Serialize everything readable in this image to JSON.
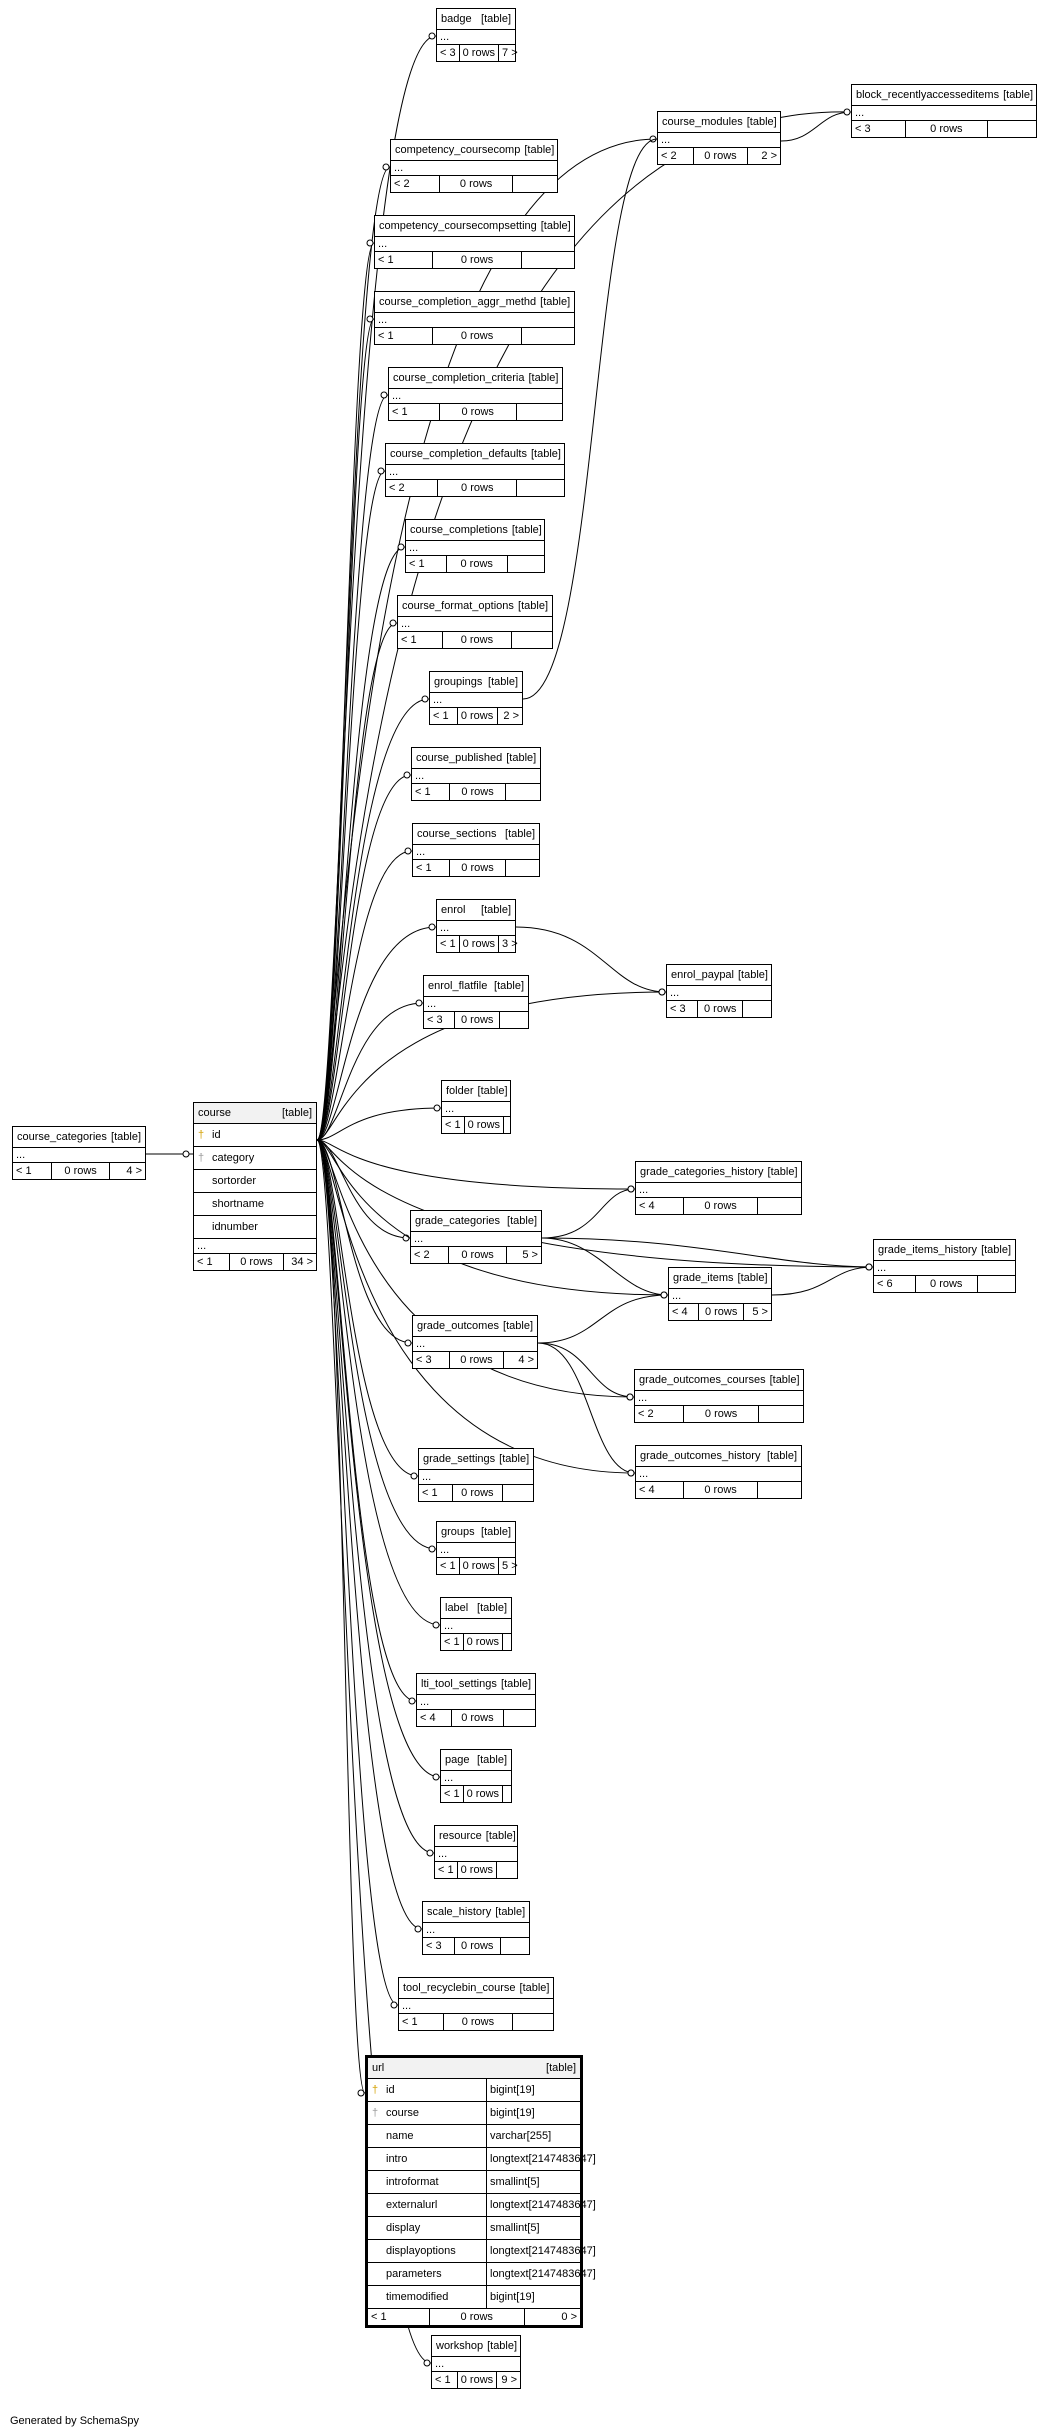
{
  "diagram": {
    "credit": "Generated by SchemaSpy",
    "table_kind": "[table]",
    "focus_table": {
      "name": "url",
      "columns": [
        {
          "name": "id",
          "type": "bigint[19]",
          "key": "pk"
        },
        {
          "name": "course",
          "type": "bigint[19]",
          "key": "fk"
        },
        {
          "name": "name",
          "type": "varchar[255]",
          "key": ""
        },
        {
          "name": "intro",
          "type": "longtext[2147483647]",
          "key": ""
        },
        {
          "name": "introformat",
          "type": "smallint[5]",
          "key": ""
        },
        {
          "name": "externalurl",
          "type": "longtext[2147483647]",
          "key": ""
        },
        {
          "name": "display",
          "type": "smallint[5]",
          "key": ""
        },
        {
          "name": "displayoptions",
          "type": "longtext[2147483647]",
          "key": ""
        },
        {
          "name": "parameters",
          "type": "longtext[2147483647]",
          "key": ""
        },
        {
          "name": "timemodified",
          "type": "bigint[19]",
          "key": ""
        }
      ],
      "footer": {
        "children": "< 1",
        "rows": "0 rows",
        "parents": "0 >"
      }
    },
    "course_table": {
      "name": "course",
      "columns": [
        {
          "name": "id",
          "key": "pk"
        },
        {
          "name": "category",
          "key": "fk"
        },
        {
          "name": "sortorder",
          "key": ""
        },
        {
          "name": "shortname",
          "key": ""
        },
        {
          "name": "idnumber",
          "key": ""
        }
      ],
      "ellipsis": "...",
      "footer": {
        "children": "< 1",
        "rows": "0 rows",
        "parents": "34 >"
      }
    },
    "tables": [
      {
        "name": "badge",
        "ellipsis": "...",
        "children": "< 3",
        "rows": "0 rows",
        "parents": "7 >"
      },
      {
        "name": "block_recentlyaccesseditems",
        "ellipsis": "...",
        "children": "< 3",
        "rows": "0 rows",
        "parents": ""
      },
      {
        "name": "course_modules",
        "ellipsis": "...",
        "children": "< 2",
        "rows": "0 rows",
        "parents": "2 >"
      },
      {
        "name": "competency_coursecomp",
        "ellipsis": "...",
        "children": "< 2",
        "rows": "0 rows",
        "parents": ""
      },
      {
        "name": "competency_coursecompsetting",
        "ellipsis": "...",
        "children": "< 1",
        "rows": "0 rows",
        "parents": ""
      },
      {
        "name": "course_completion_aggr_methd",
        "ellipsis": "...",
        "children": "< 1",
        "rows": "0 rows",
        "parents": ""
      },
      {
        "name": "course_completion_criteria",
        "ellipsis": "...",
        "children": "< 1",
        "rows": "0 rows",
        "parents": ""
      },
      {
        "name": "course_completion_defaults",
        "ellipsis": "...",
        "children": "< 2",
        "rows": "0 rows",
        "parents": ""
      },
      {
        "name": "course_completions",
        "ellipsis": "...",
        "children": "< 1",
        "rows": "0 rows",
        "parents": ""
      },
      {
        "name": "course_format_options",
        "ellipsis": "...",
        "children": "< 1",
        "rows": "0 rows",
        "parents": ""
      },
      {
        "name": "groupings",
        "ellipsis": "...",
        "children": "< 1",
        "rows": "0 rows",
        "parents": "2 >"
      },
      {
        "name": "course_published",
        "ellipsis": "...",
        "children": "< 1",
        "rows": "0 rows",
        "parents": ""
      },
      {
        "name": "course_sections",
        "ellipsis": "...",
        "children": "< 1",
        "rows": "0 rows",
        "parents": ""
      },
      {
        "name": "enrol",
        "ellipsis": "...",
        "children": "< 1",
        "rows": "0 rows",
        "parents": "3 >"
      },
      {
        "name": "enrol_paypal",
        "ellipsis": "...",
        "children": "< 3",
        "rows": "0 rows",
        "parents": ""
      },
      {
        "name": "enrol_flatfile",
        "ellipsis": "...",
        "children": "< 3",
        "rows": "0 rows",
        "parents": ""
      },
      {
        "name": "folder",
        "ellipsis": "...",
        "children": "< 1",
        "rows": "0 rows",
        "parents": ""
      },
      {
        "name": "course_categories",
        "ellipsis": "...",
        "children": "< 1",
        "rows": "0 rows",
        "parents": "4 >"
      },
      {
        "name": "grade_categories_history",
        "ellipsis": "...",
        "children": "< 4",
        "rows": "0 rows",
        "parents": ""
      },
      {
        "name": "grade_categories",
        "ellipsis": "...",
        "children": "< 2",
        "rows": "0 rows",
        "parents": "5 >"
      },
      {
        "name": "grade_items_history",
        "ellipsis": "...",
        "children": "< 6",
        "rows": "0 rows",
        "parents": ""
      },
      {
        "name": "grade_items",
        "ellipsis": "...",
        "children": "< 4",
        "rows": "0 rows",
        "parents": "5 >"
      },
      {
        "name": "grade_outcomes",
        "ellipsis": "...",
        "children": "< 3",
        "rows": "0 rows",
        "parents": "4 >"
      },
      {
        "name": "grade_outcomes_courses",
        "ellipsis": "...",
        "children": "< 2",
        "rows": "0 rows",
        "parents": ""
      },
      {
        "name": "grade_outcomes_history",
        "ellipsis": "...",
        "children": "< 4",
        "rows": "0 rows",
        "parents": ""
      },
      {
        "name": "grade_settings",
        "ellipsis": "...",
        "children": "< 1",
        "rows": "0 rows",
        "parents": ""
      },
      {
        "name": "groups",
        "ellipsis": "...",
        "children": "< 1",
        "rows": "0 rows",
        "parents": "5 >"
      },
      {
        "name": "label",
        "ellipsis": "...",
        "children": "< 1",
        "rows": "0 rows",
        "parents": ""
      },
      {
        "name": "lti_tool_settings",
        "ellipsis": "...",
        "children": "< 4",
        "rows": "0 rows",
        "parents": ""
      },
      {
        "name": "page",
        "ellipsis": "...",
        "children": "< 1",
        "rows": "0 rows",
        "parents": ""
      },
      {
        "name": "resource",
        "ellipsis": "...",
        "children": "< 1",
        "rows": "0 rows",
        "parents": ""
      },
      {
        "name": "scale_history",
        "ellipsis": "...",
        "children": "< 3",
        "rows": "0 rows",
        "parents": ""
      },
      {
        "name": "tool_recyclebin_course",
        "ellipsis": "...",
        "children": "< 1",
        "rows": "0 rows",
        "parents": ""
      },
      {
        "name": "workshop",
        "ellipsis": "...",
        "children": "< 1",
        "rows": "0 rows",
        "parents": "9 >"
      }
    ]
  }
}
